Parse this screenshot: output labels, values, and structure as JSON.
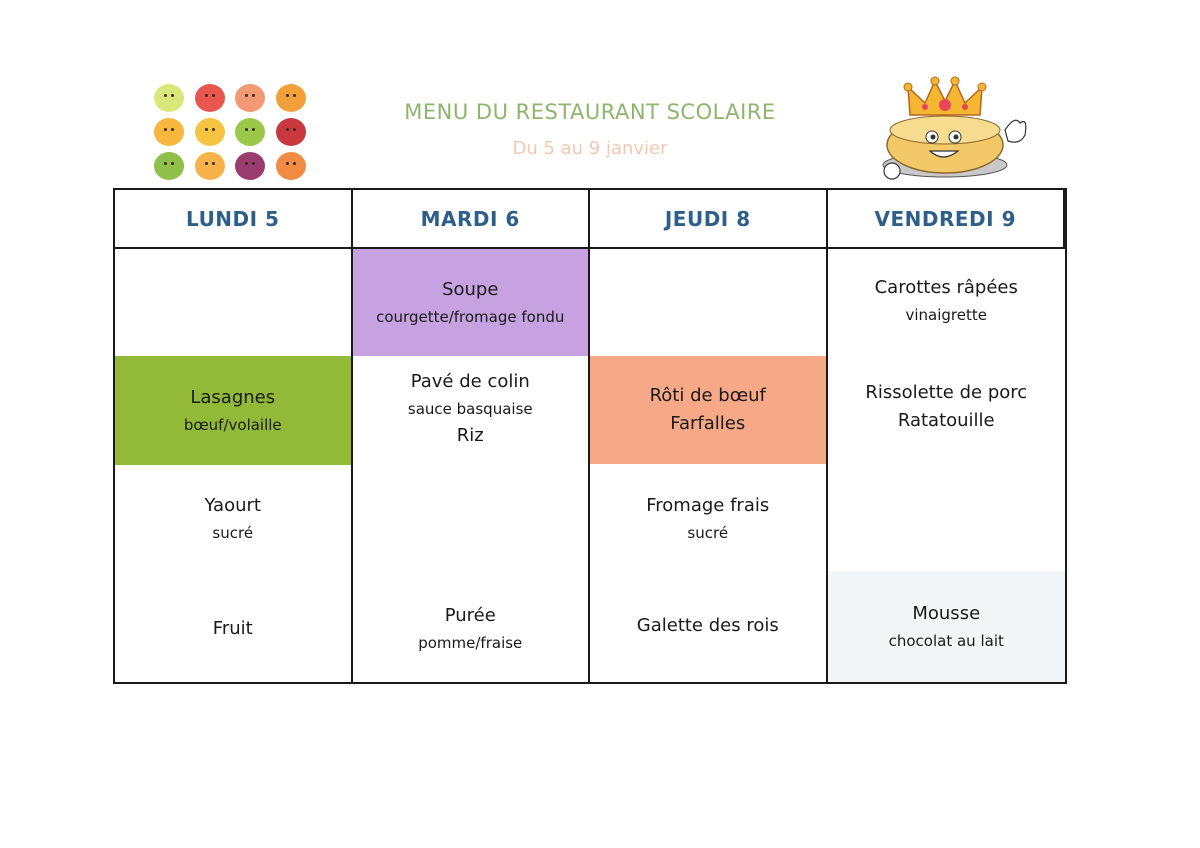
{
  "header": {
    "title": "MENU DU RESTAURANT SCOLAIRE",
    "subtitle": "Du 5 au 9 janvier",
    "left_illustration": "smiling-fruits-icon",
    "right_illustration": "galette-des-rois-king-icon"
  },
  "colors": {
    "title": "#8fb46b",
    "subtitle": "#f3c9b0",
    "day_header": "#2d5f8a",
    "starter_highlight": "#c6a3e0",
    "main_green": "#92ba38",
    "main_orange": "#f6a887",
    "dessert_grey": "#f3f5f6"
  },
  "days": [
    {
      "label": "LUNDI 5",
      "dishes": [
        {
          "main": "Lasagnes",
          "detail": "bœuf/volaille",
          "highlight": "green"
        },
        {
          "main": "Yaourt",
          "detail": "sucré"
        },
        {
          "main": "Fruit",
          "detail": ""
        }
      ]
    },
    {
      "label": "MARDI 6",
      "dishes": [
        {
          "main": "Soupe",
          "detail": "courgette/fromage fondu",
          "highlight": "purple"
        },
        {
          "main": "Pavé de colin",
          "detail": "sauce basquaise",
          "extra": "Riz"
        },
        {
          "main": "Purée",
          "detail": "pomme/fraise"
        }
      ]
    },
    {
      "label": "JEUDI 8",
      "dishes": [
        {
          "main": "Rôti de bœuf",
          "extra": "Farfalles",
          "highlight": "orange"
        },
        {
          "main": "Fromage frais",
          "detail": "sucré"
        },
        {
          "main": "Galette des rois"
        }
      ]
    },
    {
      "label": "VENDREDI 9",
      "dishes": [
        {
          "main": "Carottes râpées",
          "detail": "vinaigrette"
        },
        {
          "main": "Rissolette de porc",
          "extra": "Ratatouille"
        },
        {
          "main": "Mousse",
          "detail": "chocolat au lait",
          "highlight": "grey"
        }
      ]
    }
  ]
}
